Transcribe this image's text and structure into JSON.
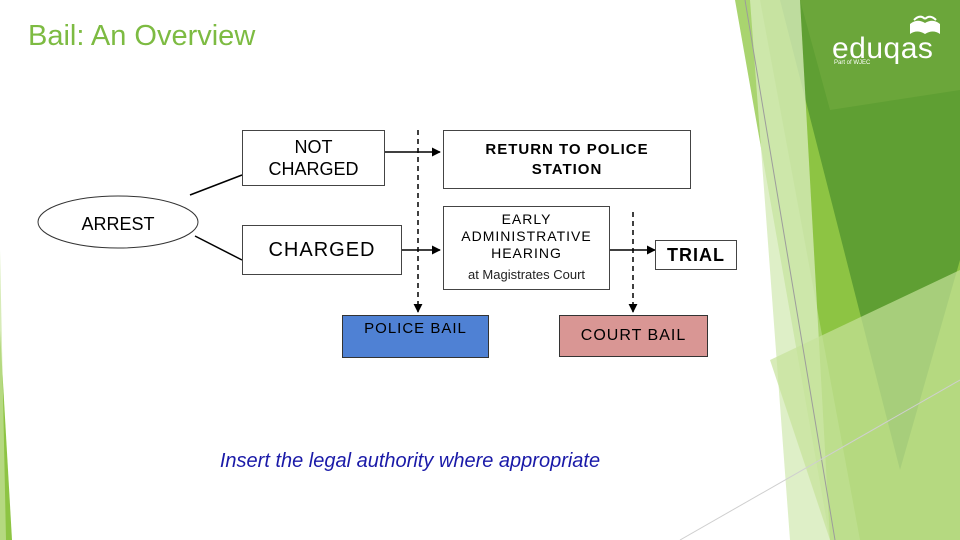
{
  "slide": {
    "title": "Bail: An Overview",
    "footer_note": "Insert the legal authority where appropriate"
  },
  "logo": {
    "wordmark": "eduqas",
    "tagline": "Part of WJEC",
    "icon": "open-book-icon"
  },
  "diagram": {
    "nodes": {
      "arrest": "ARREST",
      "not_charged": "NOT CHARGED",
      "charged": "CHARGED",
      "return_to_police_station": "RETURN TO POLICE STATION",
      "early_hearing": "EARLY ADMINISTRATIVE HEARING",
      "early_hearing_sub": "at Magistrates Court",
      "trial": "TRIAL",
      "police_bail": "POLICE BAIL",
      "court_bail": "COURT BAIL"
    }
  },
  "colors": {
    "title_green": "#7dbb42",
    "police_bail_fill": "#4f81d4",
    "court_bail_fill": "#d99694",
    "footer_text": "#1a1aa8",
    "accent_green_dark": "#5a9e2c",
    "accent_green_light": "#8fc74a"
  }
}
